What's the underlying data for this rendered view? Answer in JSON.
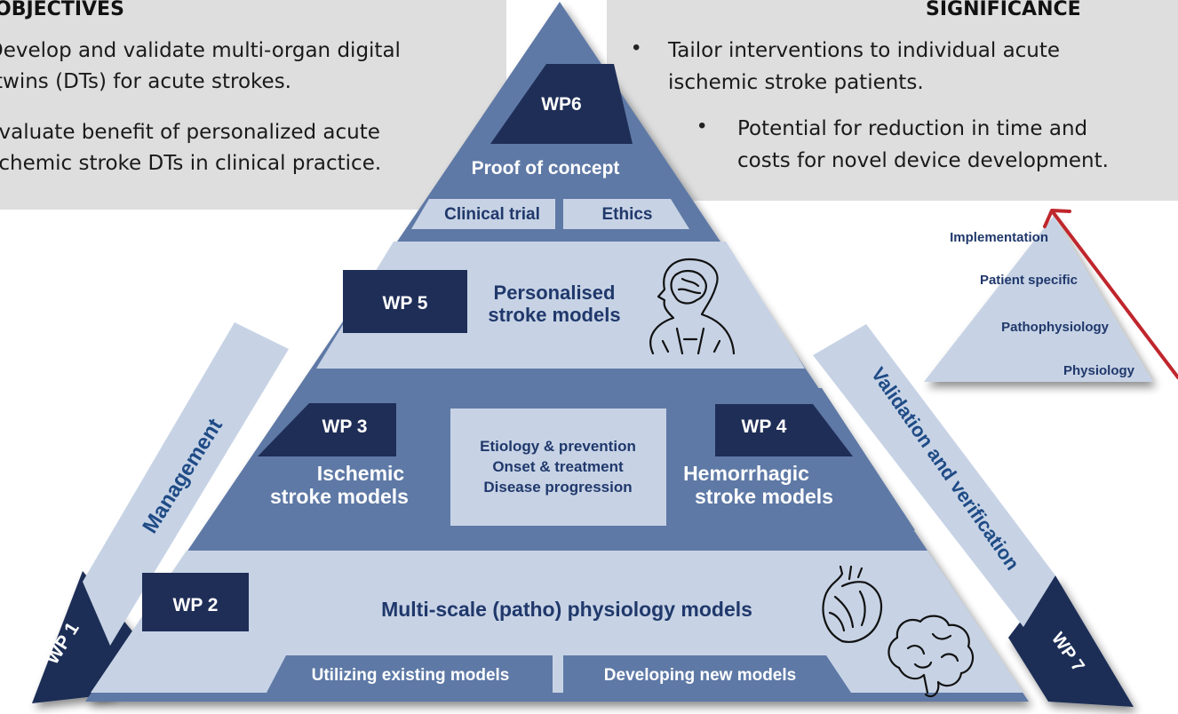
{
  "objectives": {
    "heading": "OBJECTIVES",
    "line1": "Develop and validate multi-organ digital",
    "line2": "twins (DTs) for acute strokes.",
    "line3": "Evaluate benefit of personalized acute",
    "line4": "ischemic stroke DTs in clinical practice."
  },
  "significance": {
    "heading": "SIGNIFICANCE",
    "bullet1_line1": "Tailor interventions to individual acute",
    "bullet1_line2": "ischemic stroke patients.",
    "bullet2_line1": "Potential for reduction in time and",
    "bullet2_line2": "costs for novel device development.",
    "bullet_char": "•"
  },
  "pyramid": {
    "wp6": {
      "label": "WP6",
      "title": "Proof of concept",
      "left_box": "Clinical trial",
      "right_box": "Ethics"
    },
    "wp5": {
      "label": "WP 5",
      "title_line1": "Personalised",
      "title_line2": "stroke models"
    },
    "wp3": {
      "label": "WP 3",
      "title_line1": "Ischemic",
      "title_line2": "stroke models"
    },
    "wp4": {
      "label": "WP 4",
      "title_line1": "Hemorrhagic",
      "title_line2": "stroke models"
    },
    "center_box": {
      "line1": "Etiology & prevention",
      "line2": "Onset & treatment",
      "line3": "Disease progression"
    },
    "wp2": {
      "label": "WP 2",
      "title": "Multi-scale (patho) physiology models",
      "left_box": "Utilizing existing models",
      "right_box": "Developing new models"
    },
    "wp1": {
      "label": "WP 1",
      "side": "Management"
    },
    "wp7": {
      "label": "WP 7",
      "side": "Validation and verification"
    }
  },
  "mini_pyramid": {
    "levels": [
      "Implementation",
      "Patient specific",
      "Pathophysiology",
      "Physiology"
    ]
  },
  "colors": {
    "pyramid_dark": "#5e79a6",
    "pyramid_light": "#c7d3e5",
    "label_navy": "#1f2e57",
    "text_navy": "#20386b",
    "arrow_red": "#c0262d"
  },
  "icons": [
    "head-brain-icon",
    "heart-icon",
    "brain-icon"
  ]
}
